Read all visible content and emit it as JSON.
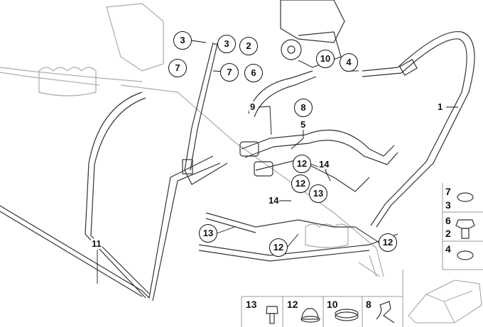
{
  "callouts": {
    "c3a": "3",
    "c3b": "3",
    "c2": "2",
    "c7a": "7",
    "c7b": "7",
    "c6": "6",
    "c10": "10",
    "c4": "4",
    "c8": "8",
    "c12a": "12",
    "c12b": "12",
    "c13a": "13",
    "c13b": "13",
    "c12c": "12",
    "c12d": "12"
  },
  "labels": {
    "l9": "9",
    "l5": "5",
    "l1": "1",
    "l11": "11",
    "l14a": "14",
    "l14b": "14"
  },
  "legend_right": [
    {
      "numbers": [
        "7",
        "3"
      ],
      "icon": "sealing-ring-icon"
    },
    {
      "numbers": [
        "6",
        "2"
      ],
      "icon": "banjo-bolt-icon"
    },
    {
      "numbers": [
        "4"
      ],
      "icon": "sealing-ring-icon"
    }
  ],
  "legend_bottom": [
    {
      "number": "13",
      "icon": "bolt-icon"
    },
    {
      "number": "12",
      "icon": "nut-icon"
    },
    {
      "number": "10",
      "icon": "hose-clamp-icon"
    },
    {
      "number": "8",
      "icon": "clip-icon"
    }
  ]
}
